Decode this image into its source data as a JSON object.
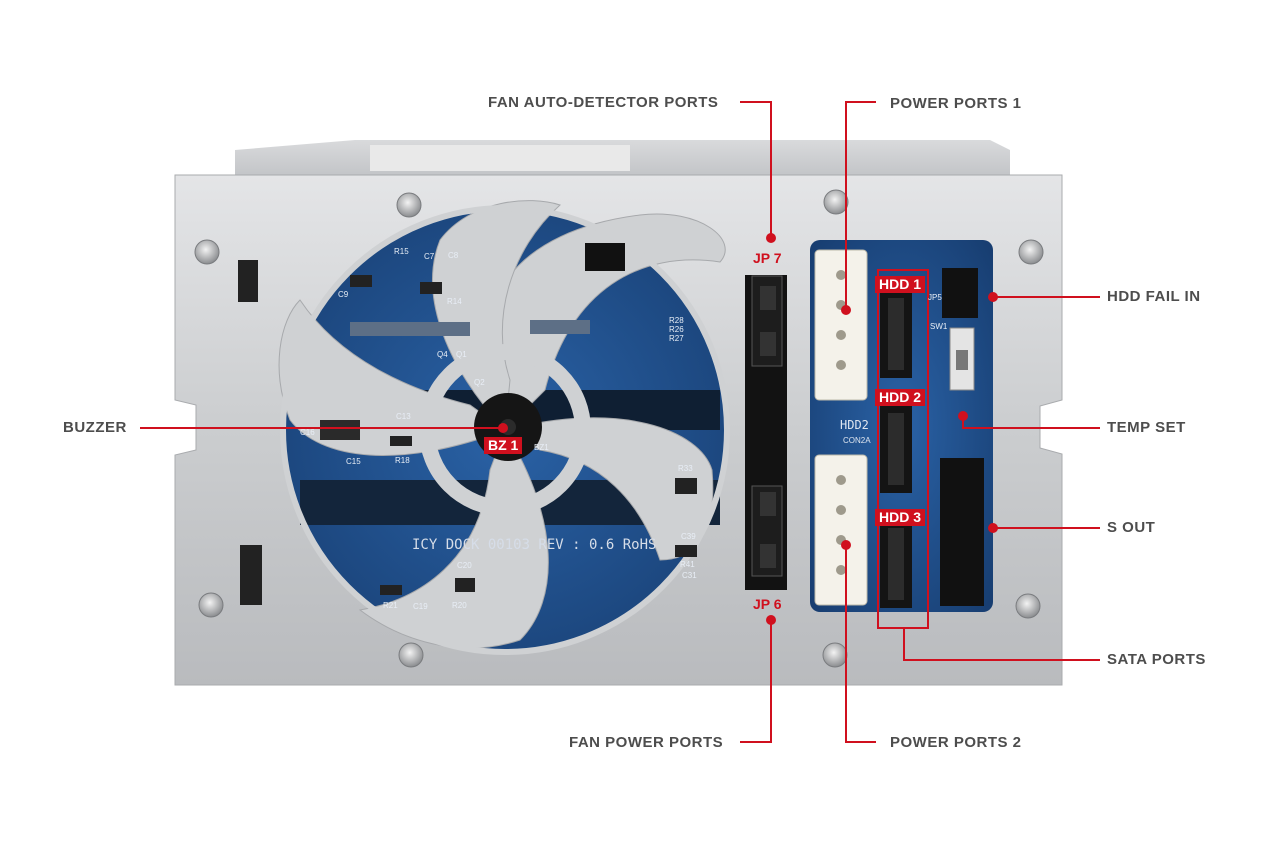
{
  "colors": {
    "leader_line": "#d0101e",
    "label_text": "#4d4d4d",
    "chassis": "#cfd1d3",
    "pcb": "#1f4f8c"
  },
  "callouts": {
    "fan_auto_detector_ports": "FAN AUTO-DETECTOR PORTS",
    "power_ports_1": "POWER PORTS 1",
    "hdd_fail_in": "HDD FAIL IN",
    "buzzer": "BUZZER",
    "temp_set": "TEMP SET",
    "s_out": "S OUT",
    "sata_ports": "SATA PORTS",
    "fan_power_ports": "FAN POWER PORTS",
    "power_ports_2": "POWER PORTS 2"
  },
  "tags": {
    "jp7": "JP 7",
    "jp6": "JP 6",
    "bz1": "BZ 1",
    "hdd1": "HDD 1",
    "hdd2": "HDD 2",
    "hdd3": "HDD 3"
  },
  "board": {
    "silkscreen": "ICY  DOCK  00103  REV : 0.6 RoHS",
    "hdd2_mark": "HDD2",
    "con2a_mark": "CON2A",
    "refs": [
      "R15",
      "C7",
      "C8",
      "C9",
      "R14",
      "Q4",
      "Q1",
      "Q2",
      "C13",
      "C16",
      "C15",
      "R18",
      "BZ1",
      "R33",
      "R41",
      "C39",
      "C31",
      "R21",
      "C19",
      "R20",
      "C20",
      "R28",
      "R26",
      "R27",
      "JP5",
      "SW1"
    ]
  }
}
